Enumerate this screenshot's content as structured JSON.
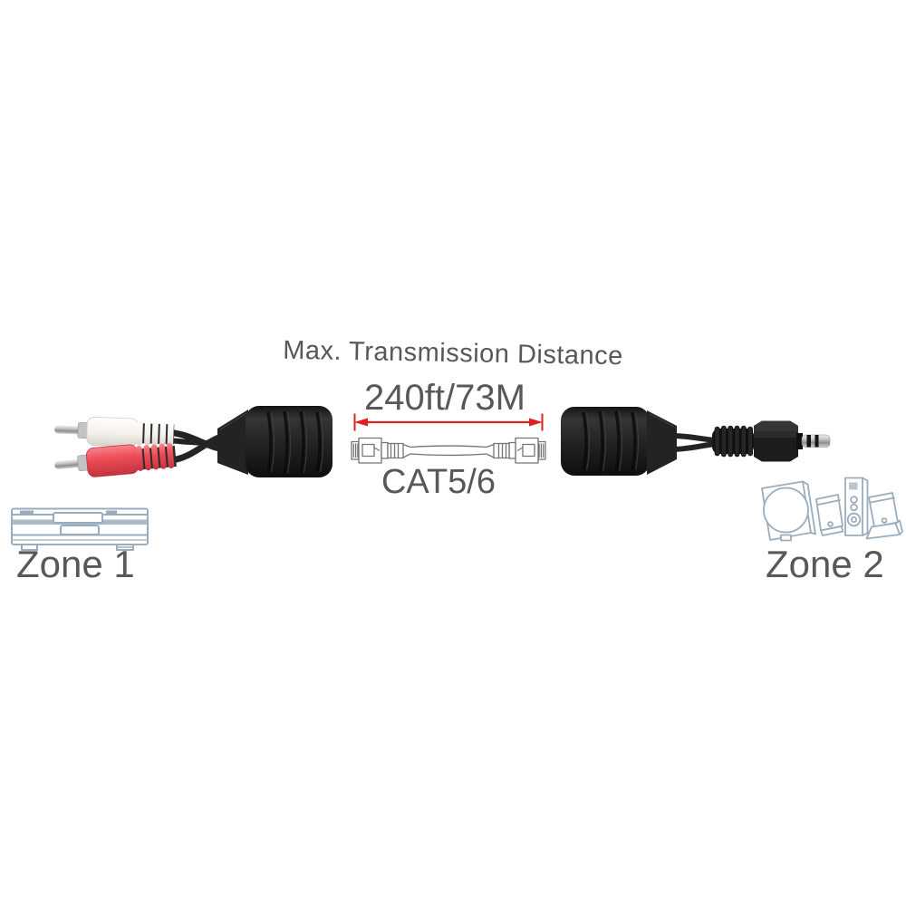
{
  "labels": {
    "max_distance_title": "Max. Transmission Distance",
    "distance_value": "240ft/73M",
    "cable_type": "CAT5/6",
    "zone1_label": "Zone 1",
    "zone2_label": "Zone 2"
  },
  "colors": {
    "label_text": "#585858",
    "dimension_arrow_red": "#dd2020",
    "line_art_blue": "#9aadbe",
    "cable_art_gray": "#757575",
    "balun_black": "#1e1e1e",
    "cable_black": "#242424",
    "rca_white_plug": "#f6f3ef",
    "rca_red_plug": "#ee4d57",
    "metal_silver": "#bcbcbc"
  },
  "icons": {
    "left_adapter": "rca-to-rj45-balun-graphic",
    "dimension_arrow": "red-dimension-arrow",
    "cat5_cable": "cat5-patch-cable-graphic",
    "right_adapter": "rj45-balun-to-35mm-plug-graphic",
    "zone1_device": "dvd-player-outline-icon",
    "zone2_device": "speaker-system-outline-icon"
  }
}
